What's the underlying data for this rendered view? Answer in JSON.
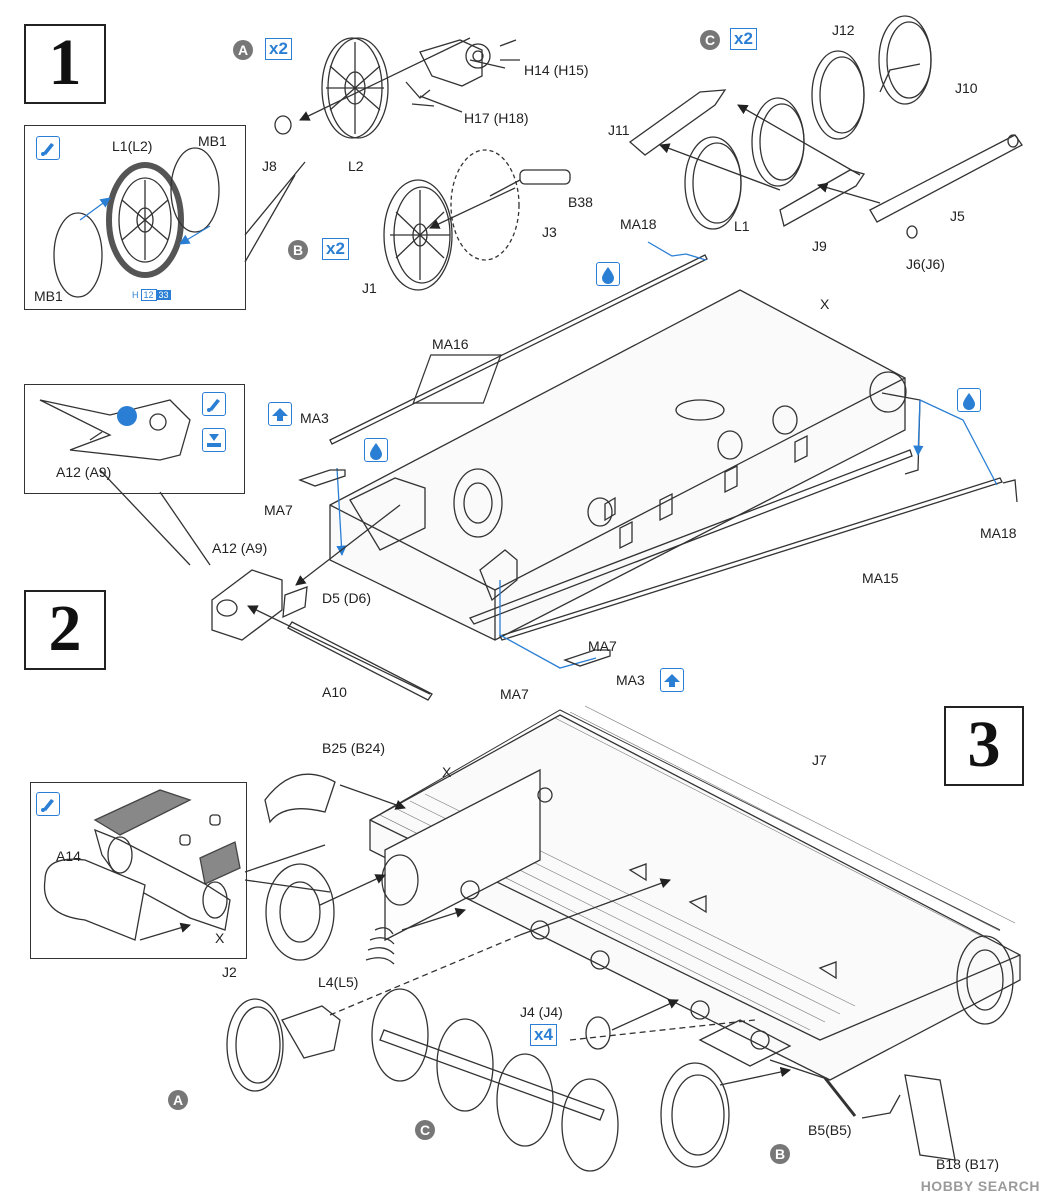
{
  "steps": {
    "s1": "1",
    "s2": "2",
    "s3": "3"
  },
  "callouts": {
    "a": "A",
    "b": "B",
    "c": "C"
  },
  "multipliers": {
    "a": "x2",
    "b": "x2",
    "c": "x2",
    "j4": "x4"
  },
  "parts": {
    "h14": "H14 (H15)",
    "h17": "H17 (H18)",
    "j8": "J8",
    "l2": "L2",
    "l1l2": "L1(L2)",
    "mb1_top": "MB1",
    "mb1_bottom": "MB1",
    "hstrip_h": "H",
    "hstrip_a": "12",
    "hstrip_b": "33",
    "b38": "B38",
    "j3": "J3",
    "j1": "J1",
    "j12": "J12",
    "j10": "J10",
    "j11": "J11",
    "l1": "L1",
    "j9": "J9",
    "j5": "J5",
    "j6": "J6(J6)",
    "ma18_top": "MA18",
    "x_step2": "X",
    "ma16": "MA16",
    "ma3_left": "MA3",
    "ma7_left": "MA7",
    "a12_inset": "A12 (A9)",
    "a12_main": "A12 (A9)",
    "d5": "D5 (D6)",
    "a10": "A10",
    "ma15": "MA15",
    "ma18_right": "MA18",
    "ma7_r1": "MA7",
    "ma7_r2": "MA7",
    "ma3_right": "MA3",
    "b25": "B25 (B24)",
    "x_step3": "X",
    "j7": "J7",
    "a14": "A14",
    "x_inset": "X",
    "j2": "J2",
    "l4": "L4(L5)",
    "j4": "J4 (J4)",
    "b5": "B5(B5)",
    "b18": "B18 (B17)"
  },
  "watermark": "HOBBY SEARCH"
}
